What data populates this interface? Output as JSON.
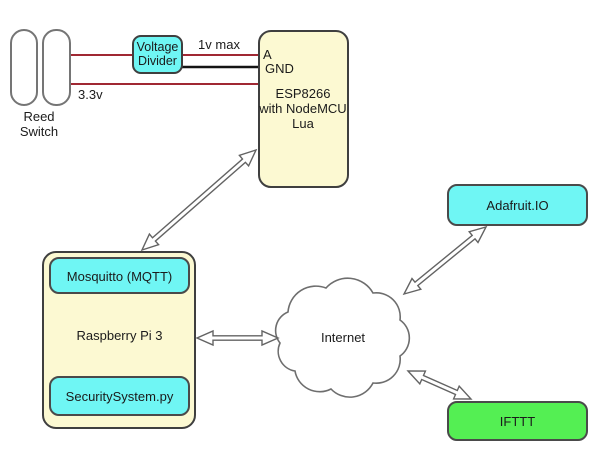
{
  "colors": {
    "box_yellow": "#FCF9D2",
    "box_cyan": "#6FF6F4",
    "box_green": "#54EF53",
    "wire_red": "#A02833",
    "wire_black": "#141414",
    "background": "#FFFFFF"
  },
  "nodes": {
    "reed_switch": {
      "label_lines": [
        "Reed",
        "Switch"
      ]
    },
    "voltage_divider": {
      "label_lines": [
        "Voltage",
        "Divider"
      ]
    },
    "esp8266": {
      "pin_a": "A",
      "pin_gnd": "GND",
      "label_lines": [
        "ESP8266",
        "with NodeMCU",
        "Lua"
      ]
    },
    "raspberry_pi": {
      "label": "Raspberry Pi 3",
      "mosquitto": "Mosquitto (MQTT)",
      "security_system": "SecuritySystem.py"
    },
    "internet": {
      "label": "Internet"
    },
    "adafruit": {
      "label": "Adafruit.IO"
    },
    "ifttt": {
      "label": "IFTTT"
    }
  },
  "wires": {
    "top_label": "1v max",
    "bottom_label": "3.3v"
  }
}
